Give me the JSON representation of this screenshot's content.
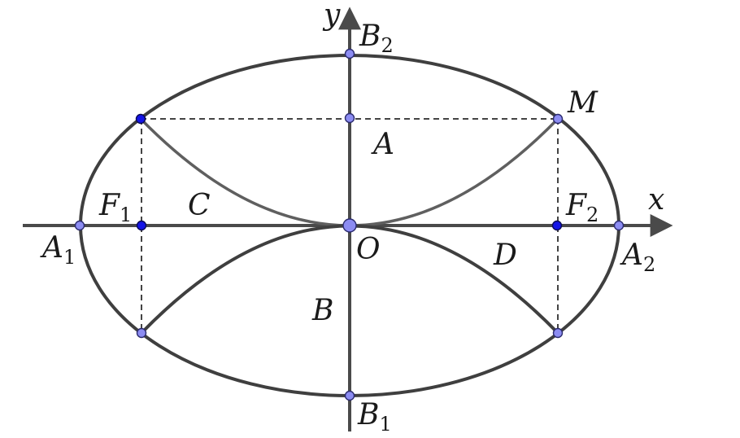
{
  "labels": {
    "y_axis": "y",
    "x_axis": "x",
    "B2_main": "B",
    "B2_sub": "2",
    "B1_main": "B",
    "B1_sub": "1",
    "A1_main": "A",
    "A1_sub": "1",
    "A2_main": "A",
    "A2_sub": "2",
    "F1_main": "F",
    "F1_sub": "1",
    "F2_main": "F",
    "F2_sub": "2",
    "M": "M",
    "O": "O",
    "A": "A",
    "B": "B",
    "C": "C",
    "D": "D"
  },
  "colors": {
    "curve": "#3f3f3f",
    "point_light": "#8c8cf2",
    "point_dark": "#1414e6"
  }
}
